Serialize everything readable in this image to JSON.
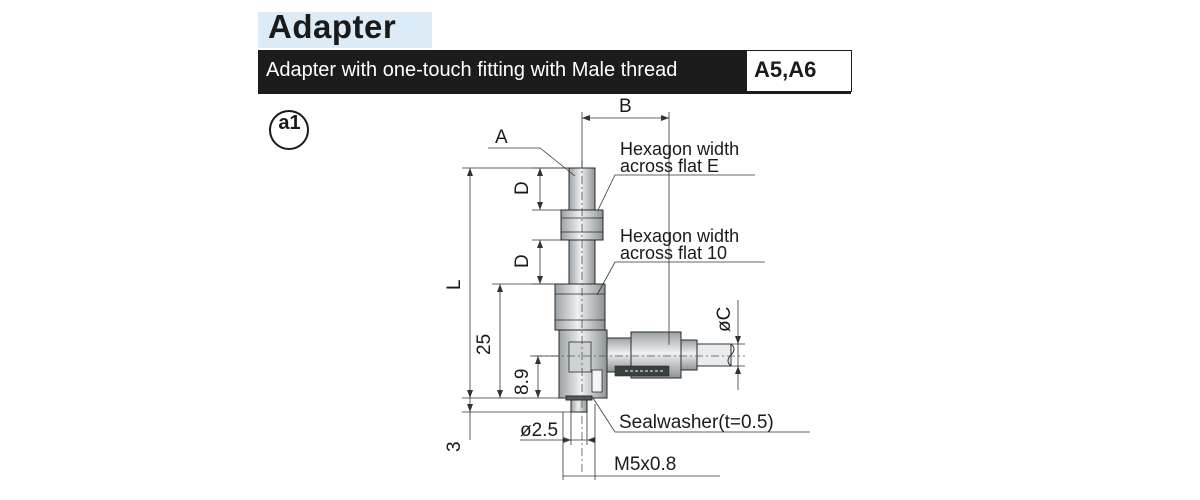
{
  "header": {
    "title": "Adapter",
    "subtitle": "Adapter with one-touch fitting with Male thread",
    "model": "A5,A6",
    "variant_badge": "a1"
  },
  "drawing": {
    "labels": {
      "B": "B",
      "A": "A",
      "D_upper": "D",
      "D_lower": "D",
      "L": "L",
      "dim_25": "25",
      "dim_8_9": "8.9",
      "dim_3": "3",
      "phi_C": "øC",
      "dia_2_5": "ø2.5",
      "thread": "M5x0.8",
      "sealwasher": "Sealwasher(t=0.5)"
    },
    "callouts": {
      "hex_e_line1": "Hexagon width",
      "hex_e_line2": "across flat E",
      "hex_10_line1": "Hexagon width",
      "hex_10_line2": "across flat 10"
    }
  }
}
